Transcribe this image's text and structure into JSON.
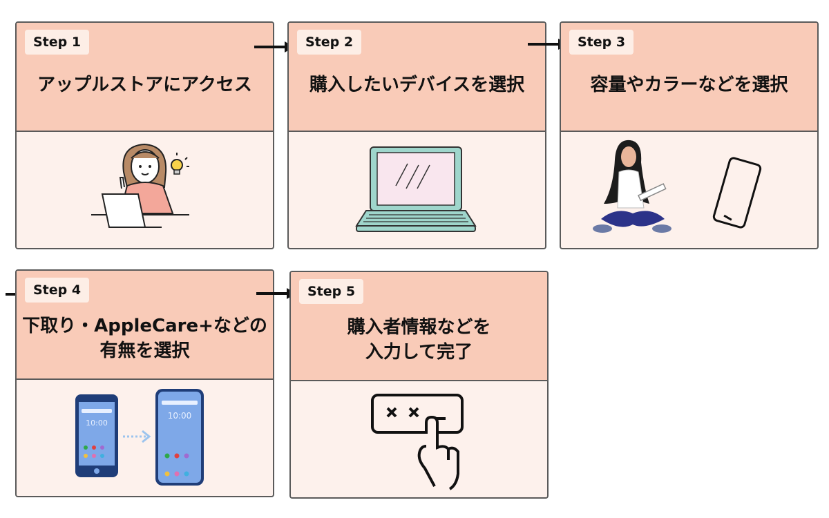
{
  "steps": [
    {
      "badge": "Step 1",
      "title_lines": [
        "アップルストアにアクセス"
      ]
    },
    {
      "badge": "Step 2",
      "title_lines": [
        "購入したいデバイスを選択"
      ]
    },
    {
      "badge": "Step 3",
      "title_lines": [
        "容量やカラーなどを選択"
      ]
    },
    {
      "badge": "Step 4",
      "title_lines": [
        "下取り・AppleCare+などの",
        "有無を選択"
      ]
    },
    {
      "badge": "Step 5",
      "title_lines": [
        "購入者情報などを",
        "入力して完了"
      ]
    }
  ],
  "phone_time": "10:00",
  "colors": {
    "header": "#f9cbb8",
    "body": "#fdf1ec",
    "border": "#5a5a5a",
    "badge": "#fdeee6"
  }
}
